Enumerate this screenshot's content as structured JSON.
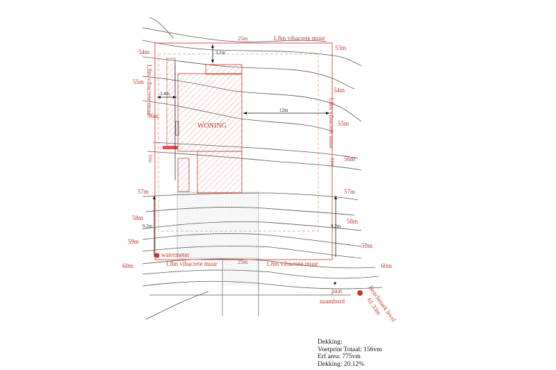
{
  "contours": [
    {
      "label_left": "54m",
      "label_right": "53m"
    },
    {
      "label_left": "55m",
      "label_right": "54m"
    },
    {
      "label_left": "56m",
      "label_right": "55m"
    },
    {
      "label_left": "",
      "label_right": "56m"
    },
    {
      "label_left": "57m",
      "label_right": "57m"
    },
    {
      "label_left": "58m",
      "label_right": "58m"
    },
    {
      "label_left": "59m",
      "label_right": "59m"
    },
    {
      "label_left": "60m",
      "label_right": "60m"
    }
  ],
  "walls": {
    "top_length": "25m",
    "top_wall": "1,8m vibacrete muur",
    "left_wall": "1,8m vibacrete muur",
    "right_wall": "1,8m vibacrete muur",
    "bottom_wall_left": "1,8m vibacrete muur",
    "bottom_wall_right": "1,8m vibacrete muur",
    "bottom_length": "25m",
    "left_length": "31m",
    "right_length": "31m"
  },
  "dimensions": {
    "top_setback": "3.1m",
    "left_setback": "3.4m",
    "house_to_boundary": "12m",
    "left_lower": "9.2m",
    "right_lower": "9.2m"
  },
  "building": {
    "name": "WONING"
  },
  "site": {
    "watermeter": "watermeter",
    "paal": "paal",
    "naambord": "naambord",
    "benchmark": "Benchmark level",
    "benchmark_value": "61.33m"
  },
  "summary": {
    "heading": "Dekking:",
    "footprint": "Voetprint Totaal: 156vm",
    "erf_area": "Erf area: 775vm",
    "coverage": "Dekking: 20.12%"
  }
}
